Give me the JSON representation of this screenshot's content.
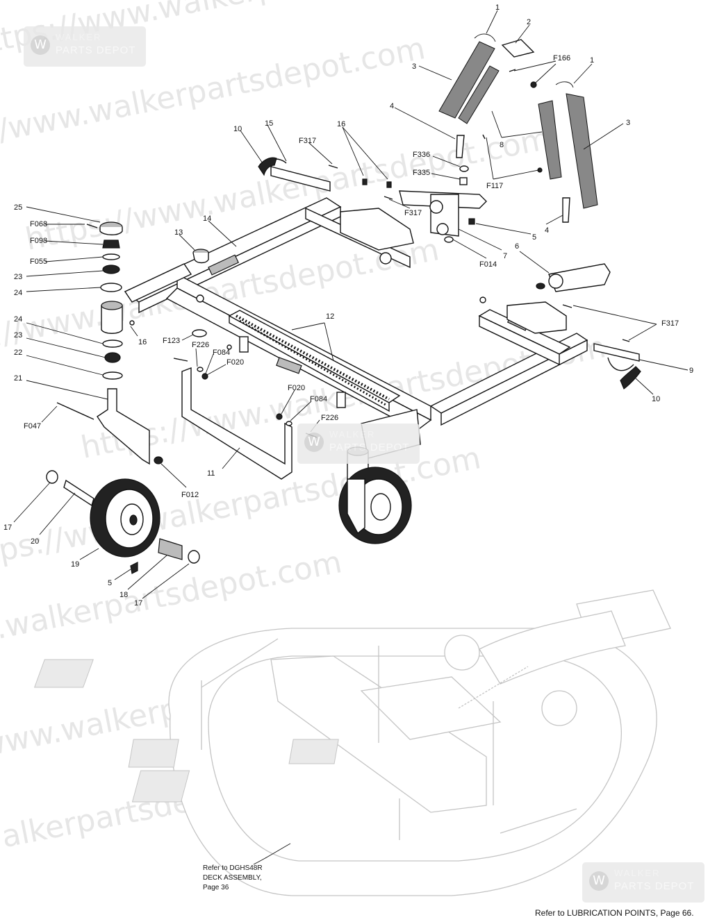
{
  "watermark": {
    "url_text": "https://www.walkerpartsdepot.com",
    "badge_line1": "WALKER",
    "badge_line2": "PARTS DEPOT",
    "logo_glyph": "W"
  },
  "colors": {
    "line": "#111111",
    "deck_line": "#c4c4c4",
    "watermark": "#e6e6e6"
  },
  "callouts": [
    {
      "id": "c1a",
      "text": "1"
    },
    {
      "id": "c2",
      "text": "2"
    },
    {
      "id": "cF166",
      "text": "F166"
    },
    {
      "id": "c1b",
      "text": "1"
    },
    {
      "id": "c3a",
      "text": "3"
    },
    {
      "id": "c3b",
      "text": "3"
    },
    {
      "id": "c4a",
      "text": "4"
    },
    {
      "id": "c8",
      "text": "8"
    },
    {
      "id": "cF336",
      "text": "F336"
    },
    {
      "id": "cF335",
      "text": "F335"
    },
    {
      "id": "cF117",
      "text": "F117"
    },
    {
      "id": "c4b",
      "text": "4"
    },
    {
      "id": "c10a",
      "text": "10"
    },
    {
      "id": "c15",
      "text": "15"
    },
    {
      "id": "cF317a",
      "text": "F317"
    },
    {
      "id": "c16a",
      "text": "16"
    },
    {
      "id": "cF317b",
      "text": "F317"
    },
    {
      "id": "c25",
      "text": "25"
    },
    {
      "id": "cF068",
      "text": "F068"
    },
    {
      "id": "c14",
      "text": "14"
    },
    {
      "id": "c13",
      "text": "13"
    },
    {
      "id": "cF098",
      "text": "F098"
    },
    {
      "id": "cF055",
      "text": "F055"
    },
    {
      "id": "c23a",
      "text": "23"
    },
    {
      "id": "c24a",
      "text": "24"
    },
    {
      "id": "c5a",
      "text": "5"
    },
    {
      "id": "cF014",
      "text": "F014"
    },
    {
      "id": "c7",
      "text": "7"
    },
    {
      "id": "c6",
      "text": "6"
    },
    {
      "id": "c12",
      "text": "12"
    },
    {
      "id": "c16b",
      "text": "16"
    },
    {
      "id": "c24b",
      "text": "24"
    },
    {
      "id": "c23b",
      "text": "23"
    },
    {
      "id": "cF123",
      "text": "F123"
    },
    {
      "id": "cF226a",
      "text": "F226"
    },
    {
      "id": "c22",
      "text": "22"
    },
    {
      "id": "cF084a",
      "text": "F084"
    },
    {
      "id": "cF020a",
      "text": "F020"
    },
    {
      "id": "cF317c",
      "text": "F317"
    },
    {
      "id": "c9",
      "text": "9"
    },
    {
      "id": "c10b",
      "text": "10"
    },
    {
      "id": "c21",
      "text": "21"
    },
    {
      "id": "cF020b",
      "text": "F020"
    },
    {
      "id": "cF084b",
      "text": "F084"
    },
    {
      "id": "cF047",
      "text": "F047"
    },
    {
      "id": "cF226b",
      "text": "F226"
    },
    {
      "id": "c11",
      "text": "11"
    },
    {
      "id": "cF012",
      "text": "F012"
    },
    {
      "id": "c17a",
      "text": "17"
    },
    {
      "id": "c20",
      "text": "20"
    },
    {
      "id": "c19",
      "text": "19"
    },
    {
      "id": "c5b",
      "text": "5"
    },
    {
      "id": "c18",
      "text": "18"
    },
    {
      "id": "c17b",
      "text": "17"
    }
  ],
  "deck_reference": {
    "line1": "Refer to DGHS48R",
    "line2": "DECK ASSEMBLY,",
    "line3": "Page 36"
  },
  "lubrication_reference": "Refer to LUBRICATION POINTS, Page 66."
}
